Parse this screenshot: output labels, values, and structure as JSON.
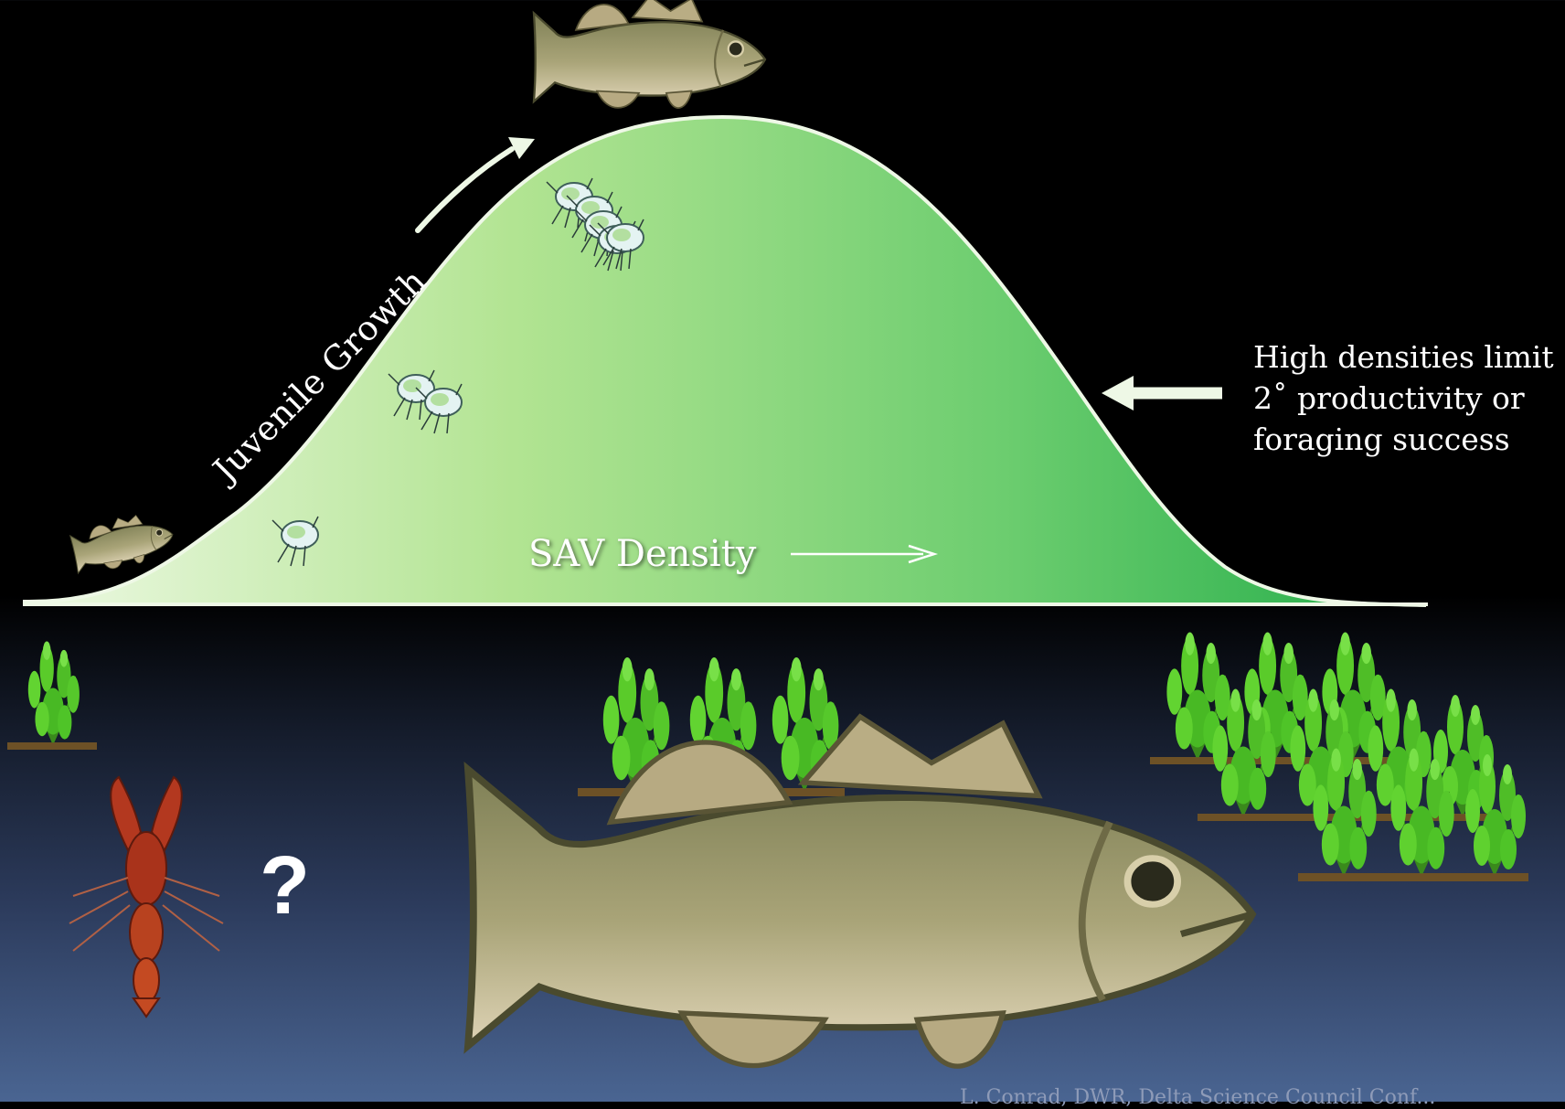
{
  "labels": {
    "juvenile_growth": "Juvenile Growth",
    "sav_density": "SAV Density",
    "note_line1": "High densities limit",
    "note_line2": "2˚ productivity or",
    "note_line3": "foraging success",
    "question": "?",
    "credit": "L. Conrad, DWR, Delta Science Council Conf..."
  },
  "colors": {
    "curve_fill_light": "#e6f7d6",
    "curve_fill_dark": "#2fb24f",
    "curve_outline": "#eef8e6",
    "plant_green": "#4cc228",
    "bass_body": "#9a9a6a",
    "crayfish": "#b3381f"
  },
  "icons": [
    "juvenile-bass-icon",
    "adult-bass-icon",
    "large-bass-icon",
    "invertebrate-icon",
    "plant-icon",
    "crayfish-icon"
  ]
}
